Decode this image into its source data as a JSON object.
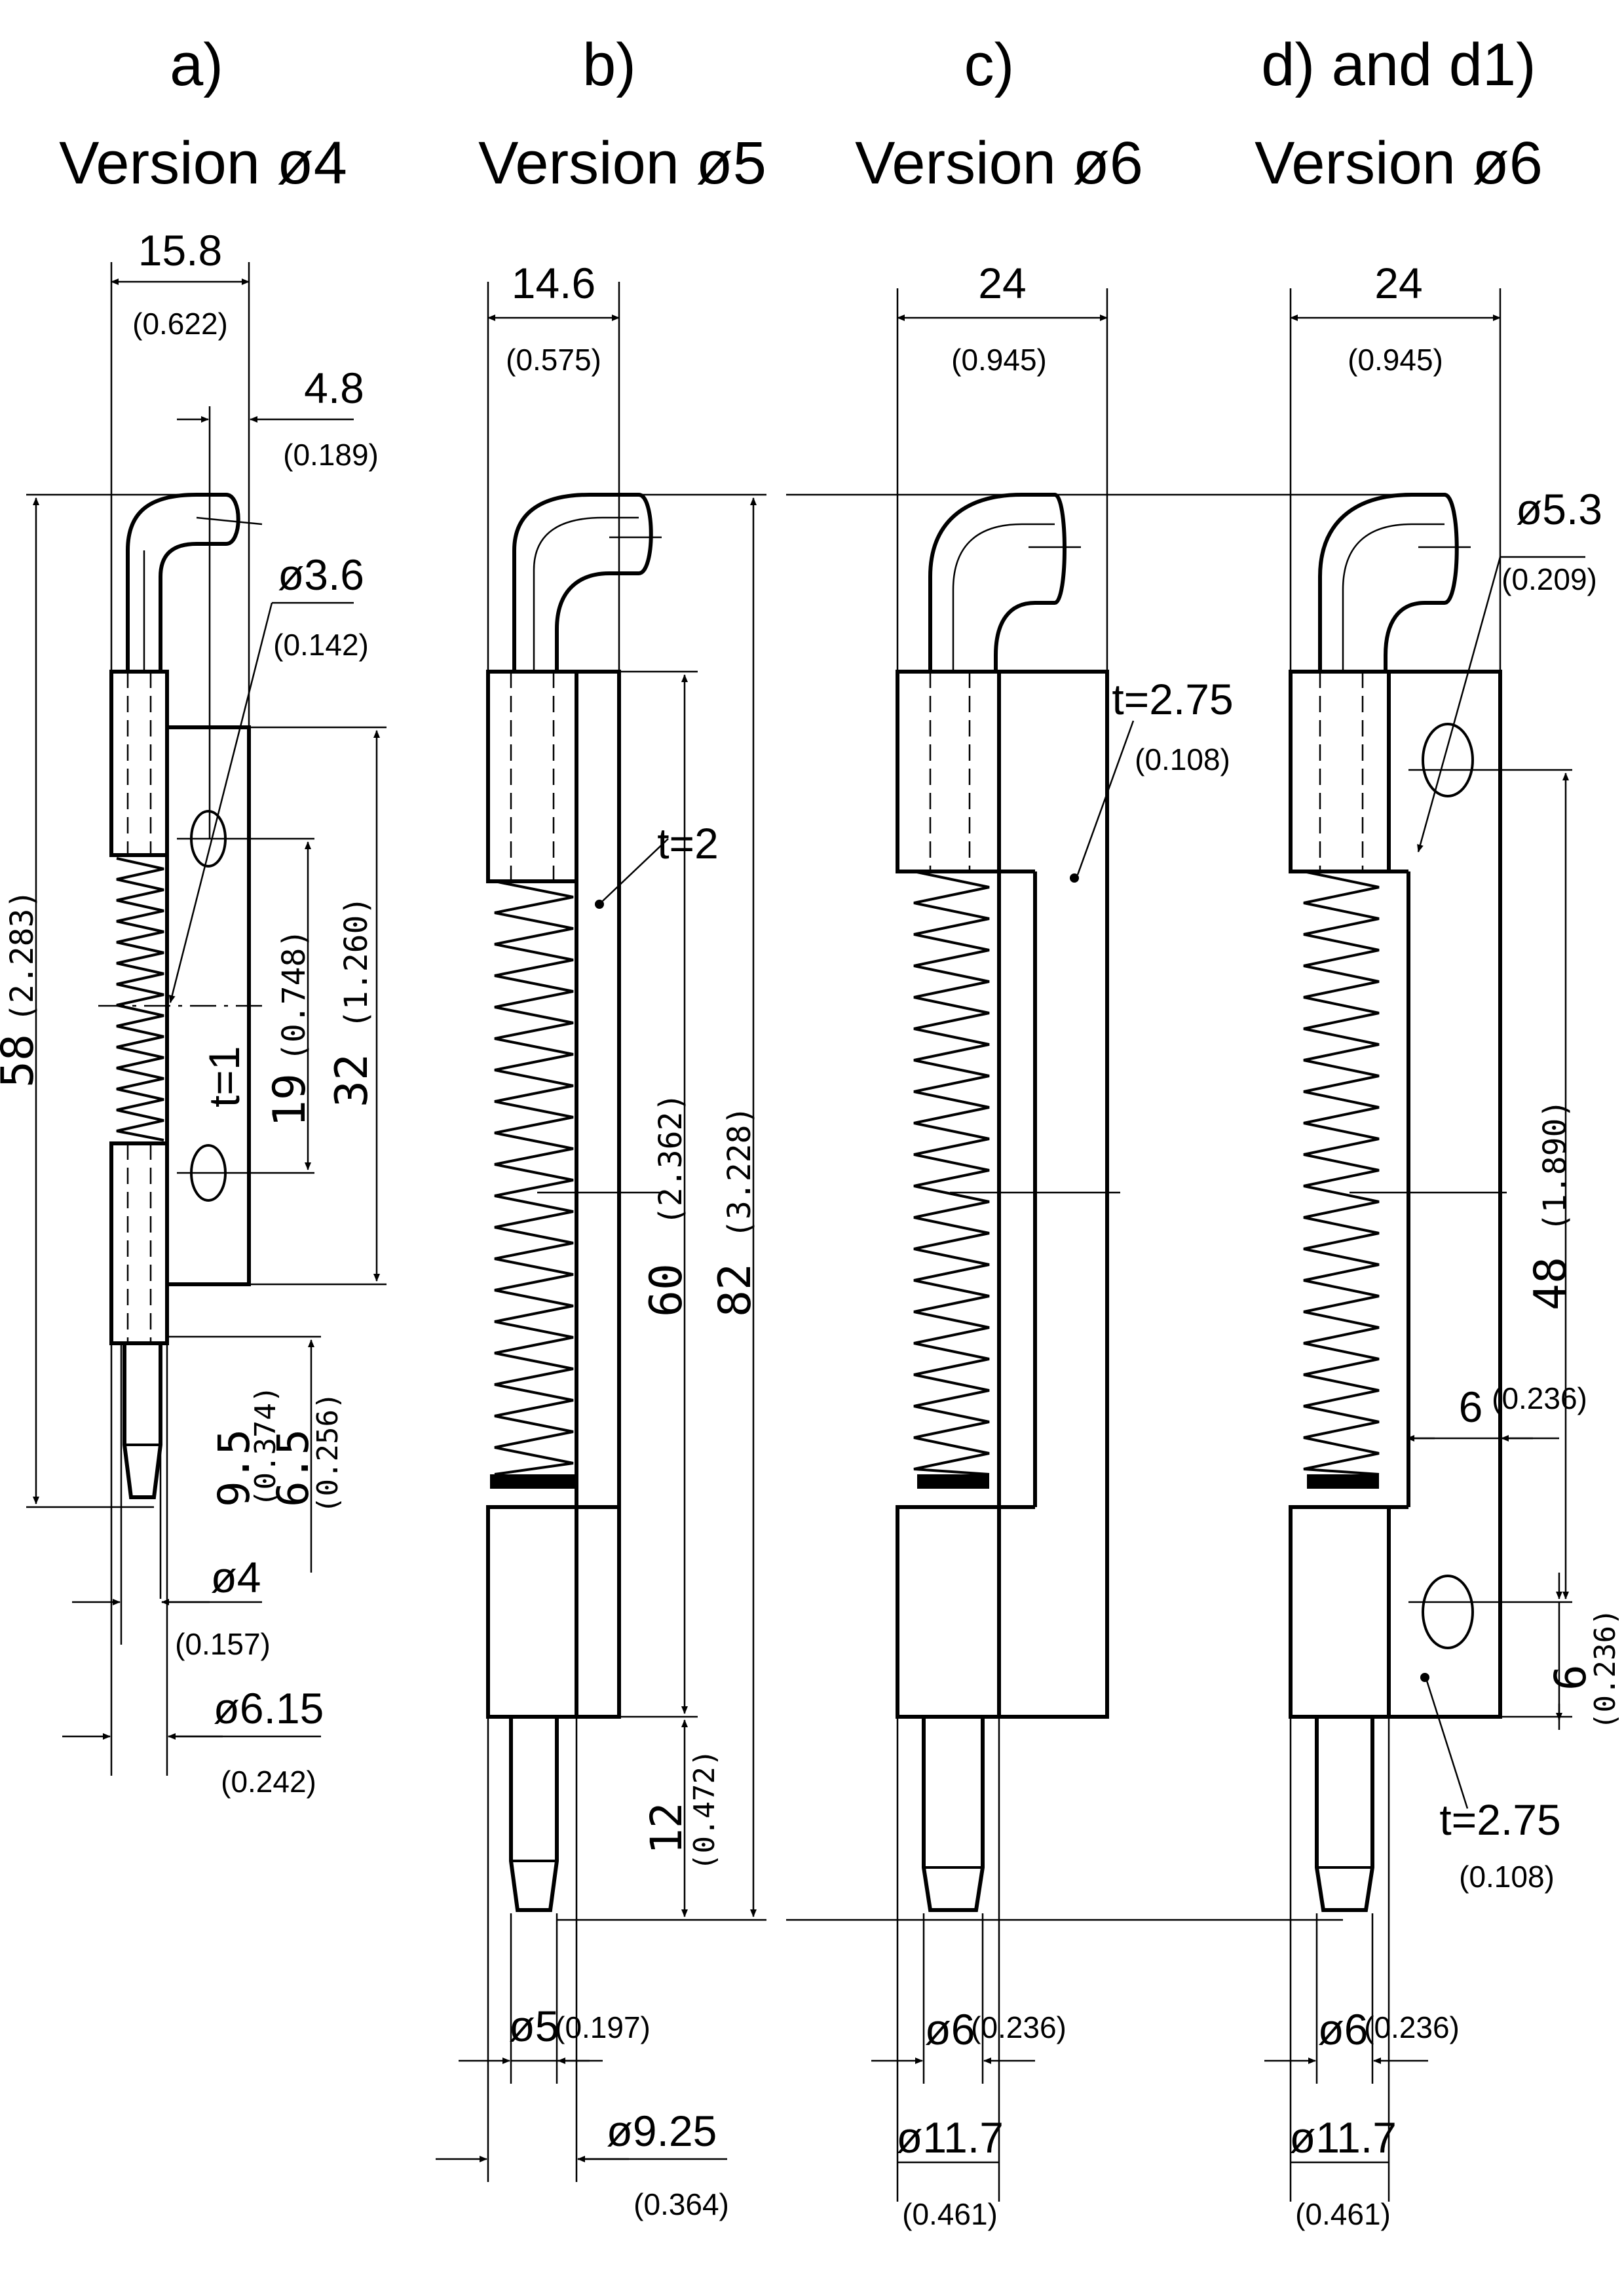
{
  "versions": [
    {
      "id": "a",
      "label": "a)",
      "title": "Version ø4"
    },
    {
      "id": "b",
      "label": "b)",
      "title": "Version ø5"
    },
    {
      "id": "c",
      "label": "c)",
      "title": "Version ø6"
    },
    {
      "id": "d",
      "label": "d) and d1)",
      "title": "Version ø6"
    }
  ],
  "dims": {
    "a": {
      "width": "15.8",
      "width_in": "(0.622)",
      "offset": "4.8",
      "offset_in": "(0.189)",
      "hole": "ø3.6",
      "hole_in": "(0.142)",
      "length": "58",
      "length_in": "(2.283)",
      "holes": "19",
      "holes_in": "(0.748)",
      "leaf": "32",
      "leaf_in": "(1.260)",
      "thick": "t=1",
      "pin": "9.5",
      "pin_in": "(0.374)",
      "tip": "6.5",
      "tip_in": "(0.256)",
      "d_pin": "ø4",
      "d_pin_in": "(0.157)",
      "d_out": "ø6.15",
      "d_out_in": "(0.242)"
    },
    "b": {
      "width": "14.6",
      "width_in": "(0.575)",
      "thick": "t=2",
      "leaf": "60",
      "leaf_in": "(2.362)",
      "length": "82",
      "length_in": "(3.228)",
      "pin": "12",
      "pin_in": "(0.472)",
      "d_pin": "ø5",
      "d_pin_in": "(0.197)",
      "d_out": "ø9.25",
      "d_out_in": "(0.364)"
    },
    "c": {
      "width": "24",
      "width_in": "(0.945)",
      "thick": "t=2.75",
      "thick_in": "(0.108)",
      "d_pin": "ø6",
      "d_pin_in": "(0.236)",
      "d_out": "ø11.7",
      "d_out_in": "(0.461)"
    },
    "d": {
      "width": "24",
      "width_in": "(0.945)",
      "hole": "ø5.3",
      "hole_in": "(0.209)",
      "holes": "48",
      "holes_in": "(1.890)",
      "edge": "6",
      "edge_in": "(0.236)",
      "edge2": "6",
      "edge2_in": "(0.236)",
      "thick": "t=2.75",
      "thick_in": "(0.108)",
      "d_pin": "ø6",
      "d_pin_in": "(0.236)",
      "d_out": "ø11.7",
      "d_out_in": "(0.461)"
    }
  }
}
